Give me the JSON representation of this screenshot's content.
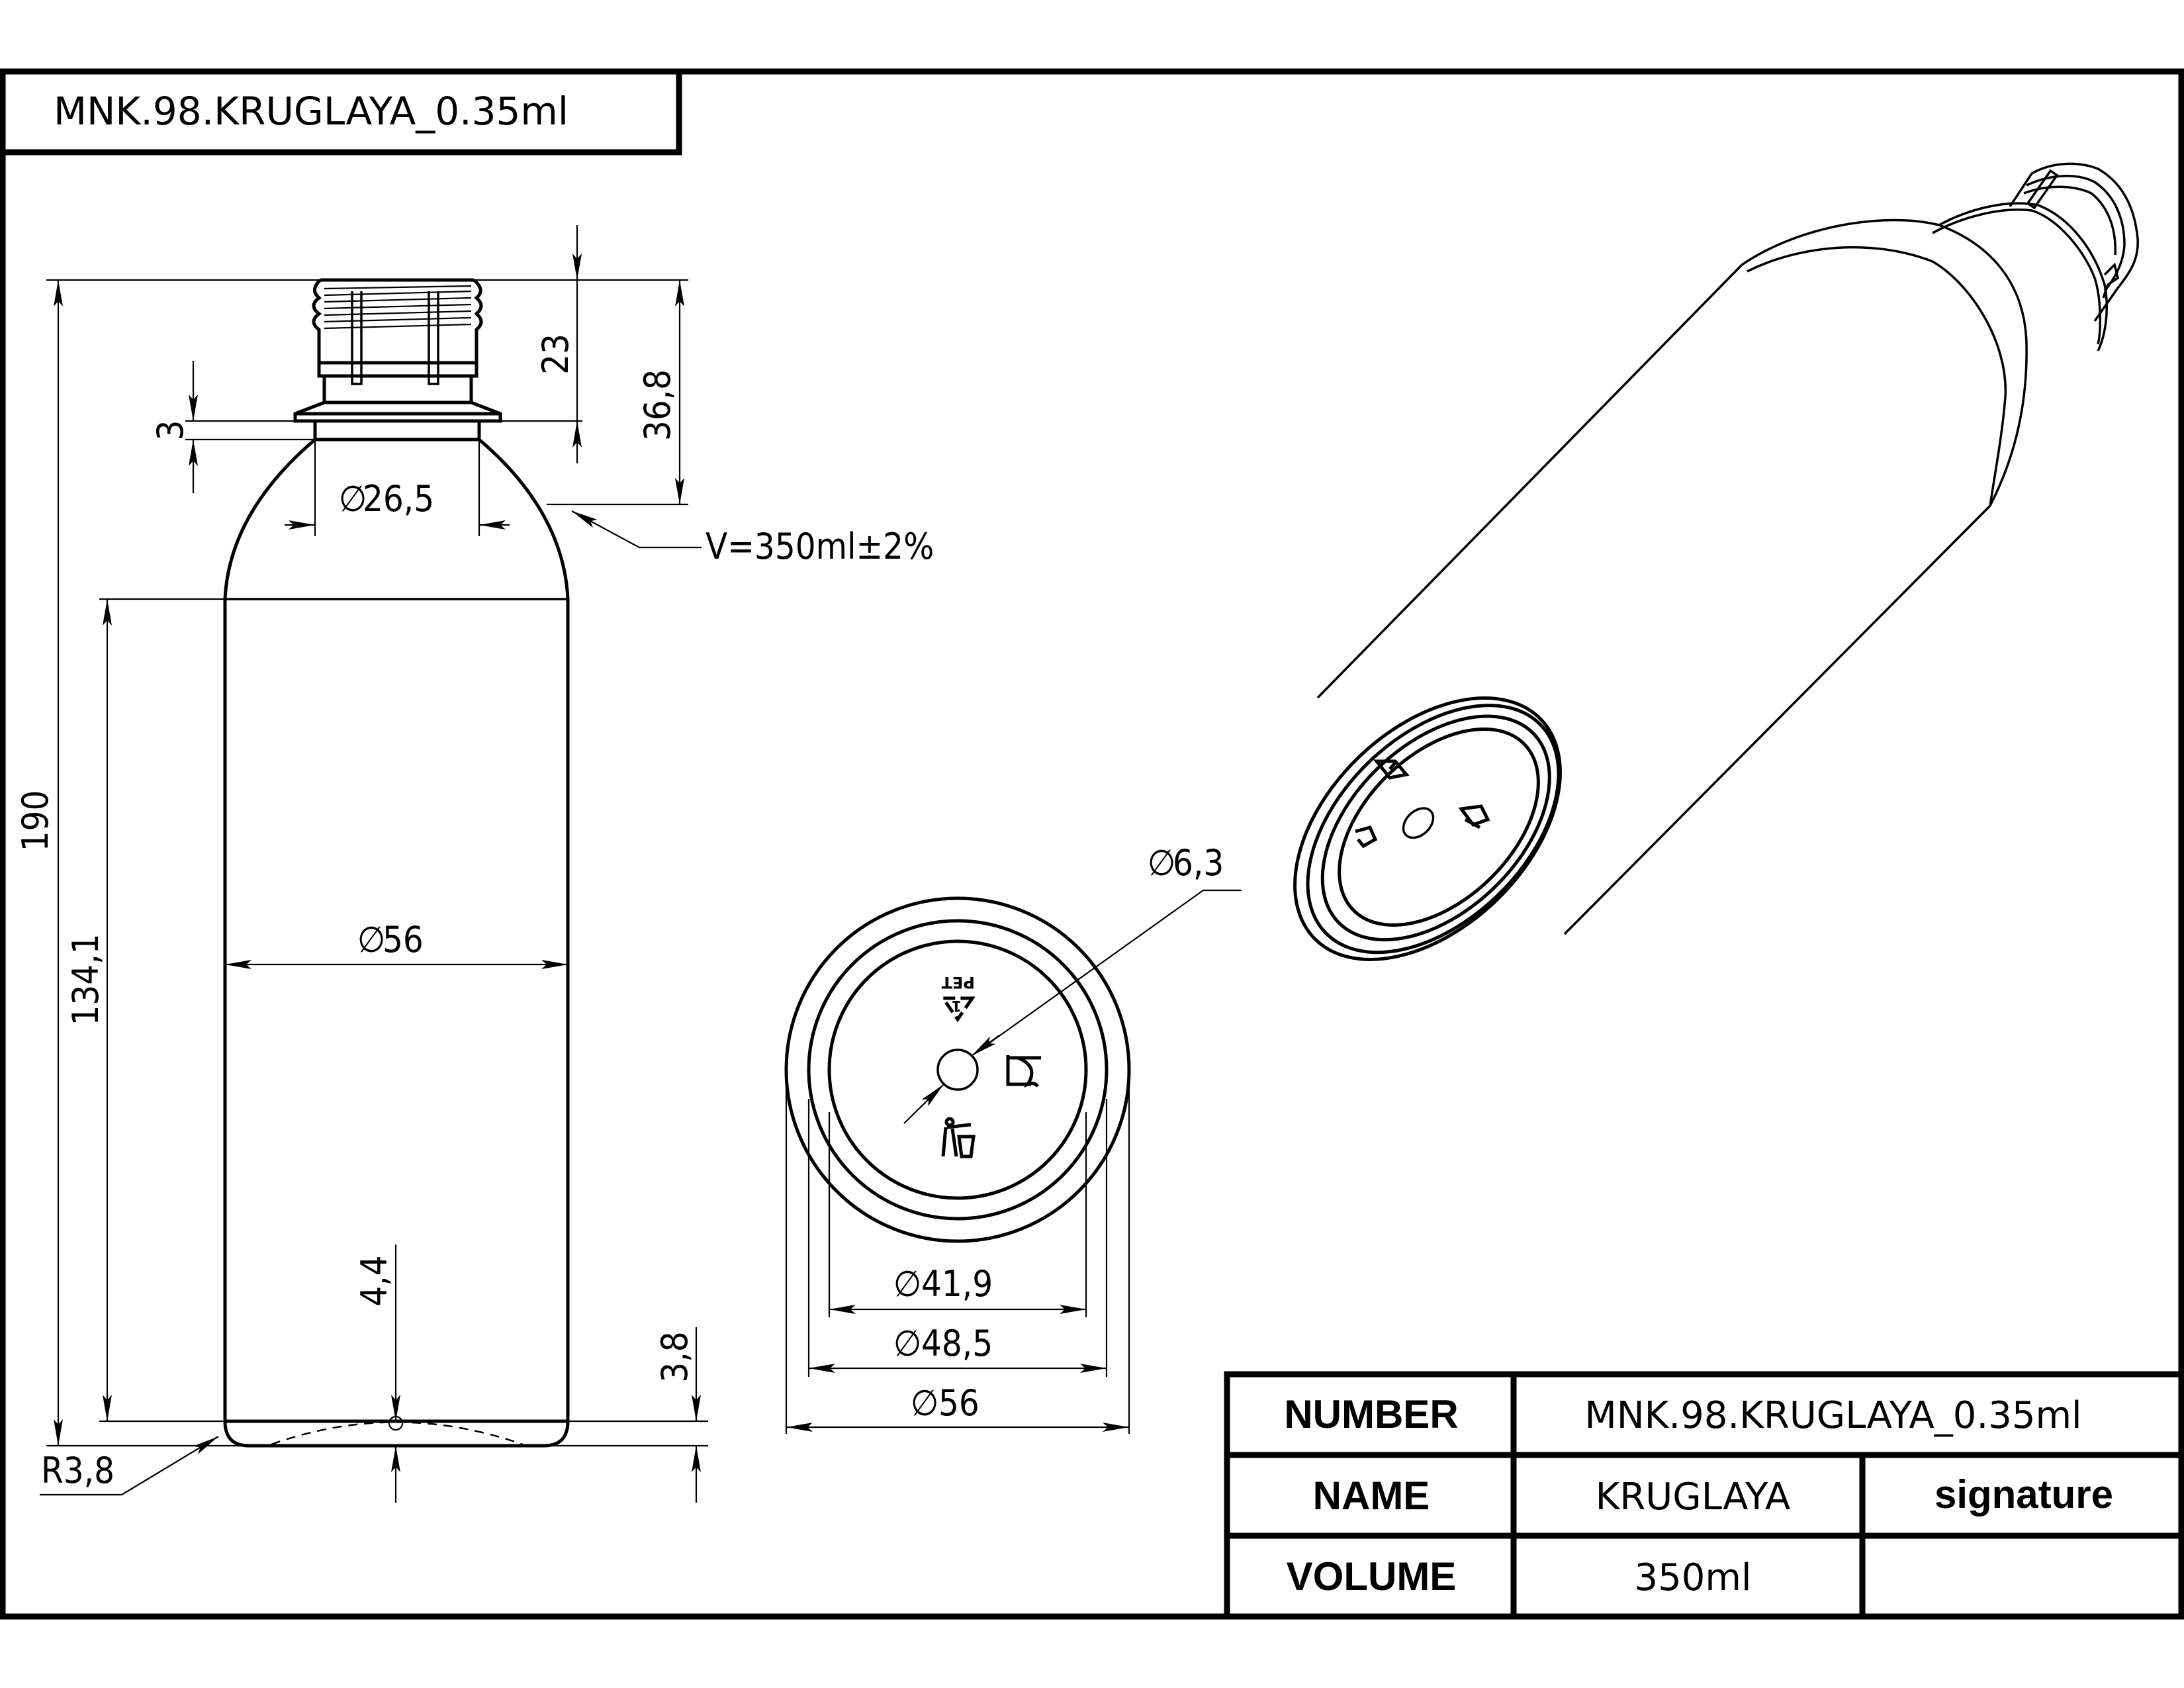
{
  "drawing": {
    "title_block_label": "MNK.98.KRUGLAYA_0.35ml",
    "colors": {
      "ink": "#000000",
      "paper": "#ffffff"
    }
  },
  "side_view": {
    "dimensions": {
      "overall_height": "190",
      "body_height": "134,1",
      "finish_height": "23",
      "neck_to_shoulder": "36,8",
      "neck_ring": "3",
      "neck_diameter": "26,5",
      "body_diameter": "56",
      "base_push_up": "4,4",
      "base_height": "3,8",
      "base_radius": "R3,8"
    },
    "volume_note": "V=350ml±2%"
  },
  "bottom_view": {
    "dimensions": {
      "center_hole": "6,3",
      "inner_ring": "41,9",
      "middle_ring": "48,5",
      "outer": "56"
    },
    "icons": [
      "pet-recycling-1-icon",
      "tidy-man-icon",
      "manufacturer-mark-icon"
    ],
    "pet_label": "PET",
    "pet_code": "1"
  },
  "title_table": {
    "rows": [
      {
        "label": "NUMBER",
        "value": "MNK.98.KRUGLAYA_0.35ml"
      },
      {
        "label": "NAME",
        "value": "KRUGLAYA",
        "extra": "signature"
      },
      {
        "label": "VOLUME",
        "value": "350ml",
        "extra": ""
      }
    ]
  },
  "symbols": {
    "diameter": "∅"
  }
}
